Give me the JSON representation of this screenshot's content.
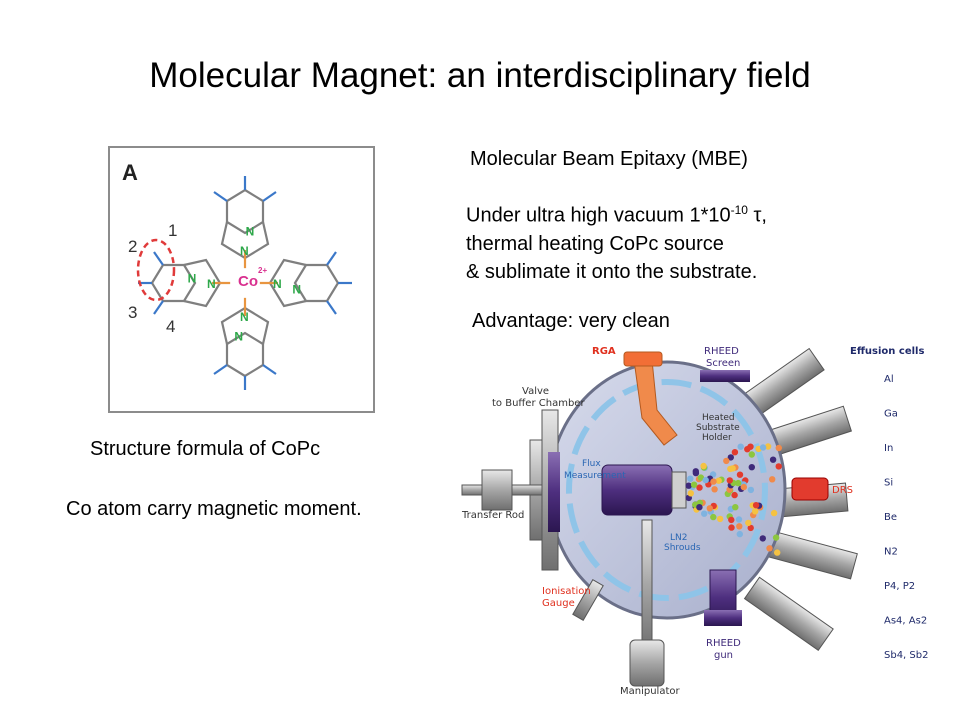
{
  "slide": {
    "title": "Molecular Magnet: an interdisciplinary field",
    "mbe_heading": "Molecular Beam Epitaxy (MBE)",
    "uhv_prefix": "Under ultra high vacuum 1*10",
    "uhv_exponent": "-10",
    "uhv_unit": " τ,",
    "uhv_line2": "thermal heating CoPc source",
    "uhv_line3": "& sublimate it onto the substrate.",
    "advantage": "Advantage: very clean",
    "structure_caption": "Structure formula of CoPc",
    "co_caption": "Co atom carry magnetic moment."
  },
  "molecule_figure": {
    "panel_label": "A",
    "center_atom": "Co",
    "charge": "2+",
    "n_label": "N",
    "position_labels": [
      "1",
      "2",
      "3",
      "4"
    ],
    "colors": {
      "carbon": "#7f7f7f",
      "nitrogen": "#2ea84a",
      "cobalt": "#d9308f",
      "hydrogen": "#3b78c9",
      "highlight": "#e03a3a"
    }
  },
  "mbe_diagram": {
    "labels": {
      "rga": "RGA",
      "rheed_screen_1": "RHEED",
      "rheed_screen_2": "Screen",
      "valve_1": "Valve",
      "valve_2": "to Buffer Chamber",
      "heated_1": "Heated",
      "heated_2": "Substrate",
      "heated_3": "Holder",
      "flux_1": "Flux",
      "flux_2": "Measurement",
      "transfer_rod": "Transfer Rod",
      "ln2_1": "LN2",
      "ln2_2": "Shrouds",
      "ionisation_1": "Ionisation",
      "ionisation_2": "Gauge",
      "rheed_gun_1": "RHEED",
      "rheed_gun_2": "gun",
      "manipulator": "Manipulator",
      "drs": "DRS"
    },
    "effusion_title": "Effusion cells",
    "effusion_cells": [
      "Al",
      "Ga",
      "In",
      "Si",
      "Be",
      "N2",
      "P4, P2",
      "As4, As2",
      "Sb4, Sb2"
    ]
  }
}
